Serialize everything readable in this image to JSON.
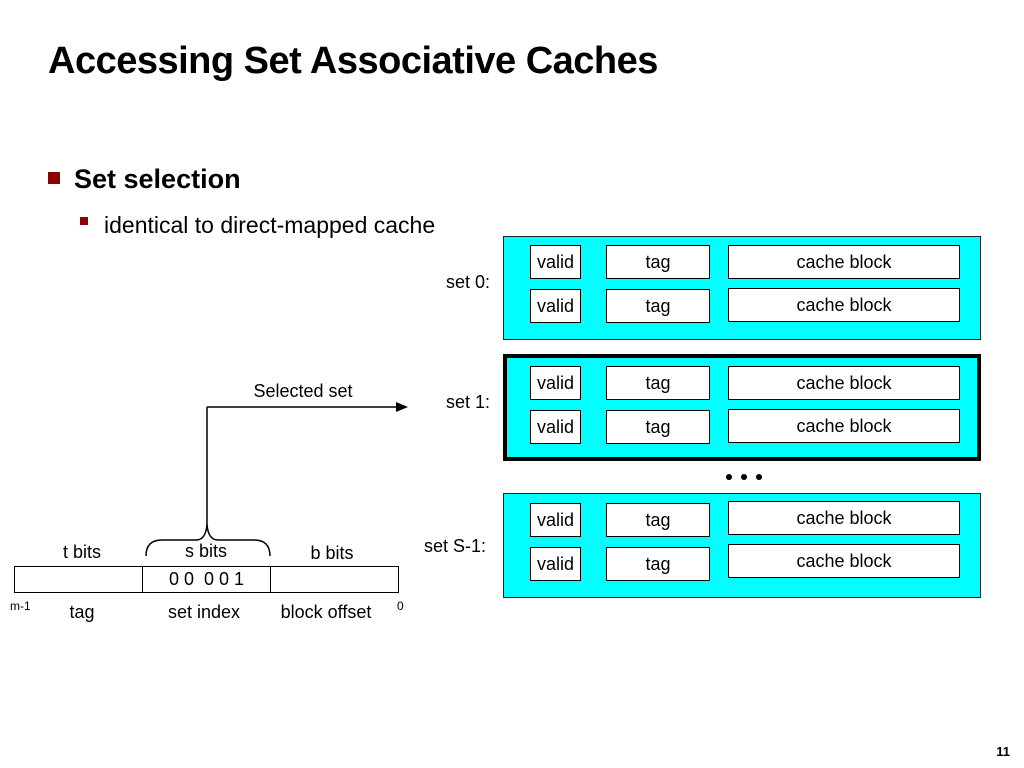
{
  "slide": {
    "title": "Accessing Set Associative Caches",
    "bullet": "Set selection",
    "sub_bullet": "identical to direct-mapped cache",
    "page_number": "11"
  },
  "cache": {
    "sets": [
      {
        "label": "set 0:",
        "selected": false,
        "lines": [
          {
            "valid": "valid",
            "tag": "tag",
            "block": "cache block"
          },
          {
            "valid": "valid",
            "tag": "tag",
            "block": "cache block"
          }
        ]
      },
      {
        "label": "set 1:",
        "selected": true,
        "lines": [
          {
            "valid": "valid",
            "tag": "tag",
            "block": "cache block"
          },
          {
            "valid": "valid",
            "tag": "tag",
            "block": "cache block"
          }
        ]
      },
      {
        "label": "set S-1:",
        "selected": false,
        "lines": [
          {
            "valid": "valid",
            "tag": "tag",
            "block": "cache block"
          },
          {
            "valid": "valid",
            "tag": "tag",
            "block": "cache block"
          }
        ]
      }
    ],
    "fill_color": "#00FFFF"
  },
  "arrow": {
    "label": "Selected set"
  },
  "address": {
    "fields": [
      {
        "bits_label": "t bits",
        "value": "",
        "name": "tag"
      },
      {
        "bits_label": "s bits",
        "value": "0 0  0 0 1",
        "name": "set index"
      },
      {
        "bits_label": "b bits",
        "value": "",
        "name": "block offset"
      }
    ],
    "msb_label": "m-1",
    "lsb_label": "0"
  },
  "colors": {
    "bullet": "#8B0000",
    "set_fill": "#00FFFF"
  }
}
